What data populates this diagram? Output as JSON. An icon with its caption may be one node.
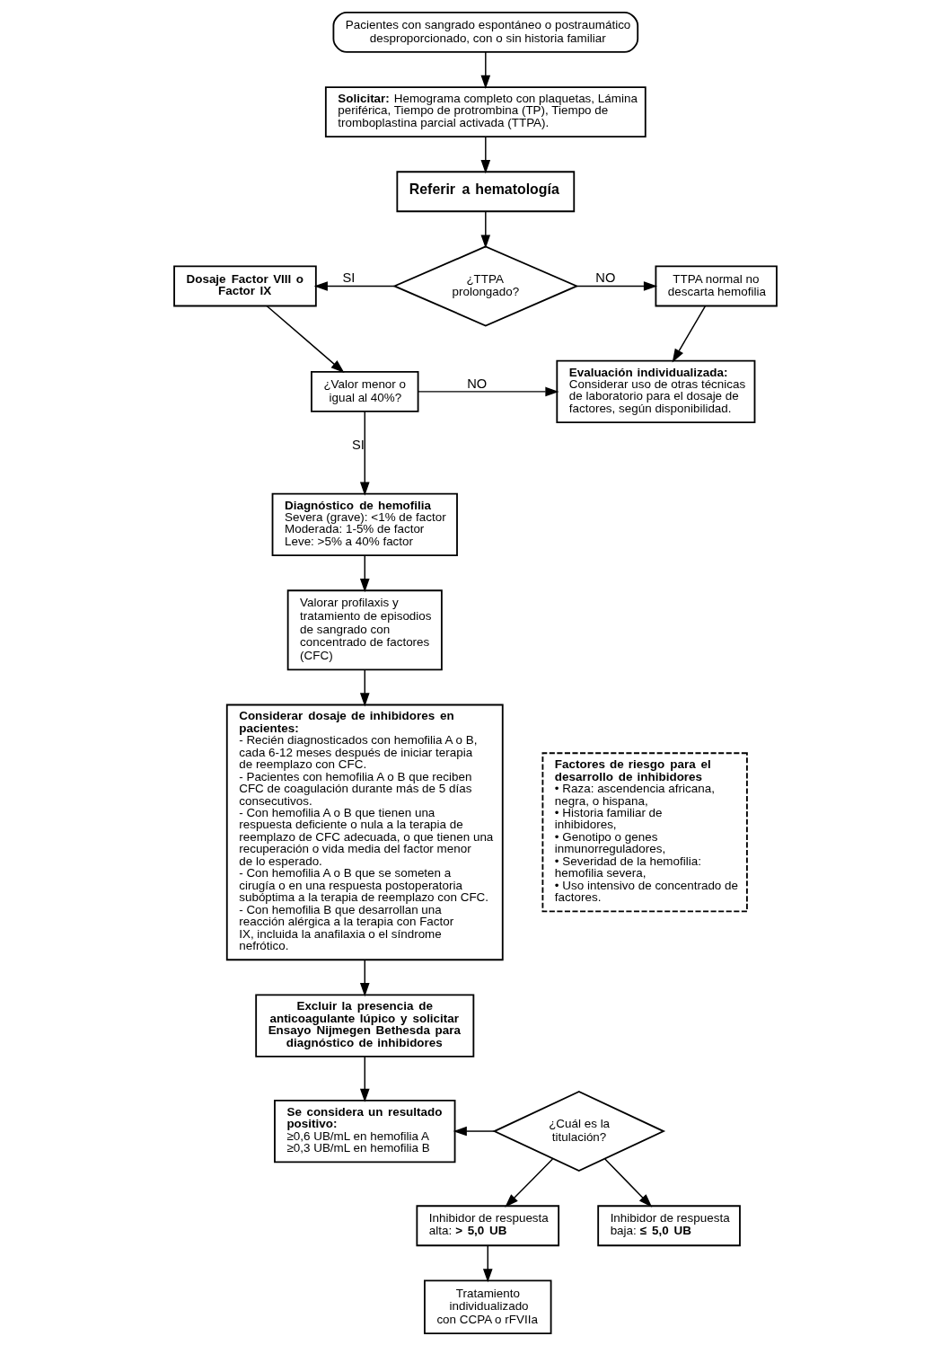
{
  "diagram": {
    "nodes": [
      {
        "text": [
          "Pacientes con sangrado espontáneo o postraumático desproporcionado, con o sin historia familiar"
        ]
      },
      {
        "text": [
          "**Solicitar:** Hemograma completo con plaquetas, Lámina periférica, Tiempo de protrombina (TP), Tiempo de tromboplastina parcial activada (TTPA)."
        ]
      },
      {
        "text": [
          "Referir a hematología"
        ]
      },
      {
        "text": [
          "¿TTPA prolongado?"
        ]
      },
      {
        "text": [
          "Dosaje Factor VIII o Factor IX"
        ]
      },
      {
        "text": [
          "TTPA normal no descarta hemofilia"
        ]
      },
      {
        "text": [
          "¿Valor menor o igual al 40%?"
        ]
      },
      {
        "text": [
          "Evaluación individualizada:",
          "Considerar uso de otras técnicas de laboratorio para el dosaje de factores, según disponibilidad."
        ]
      },
      {
        "text": [
          "Diagnóstico de hemofilia",
          "Severa (grave): <1% de factor",
          "Moderada: 1-5% de factor",
          "Leve: >5% a 40% factor"
        ]
      },
      {
        "text": [
          "Valorar profilaxis y tratamiento de episodios de sangrado con concentrado de factores (CFC)"
        ]
      },
      {
        "text": [
          "Considerar dosaje de inhibidores en pacientes:",
          "- Recién diagnosticados con hemofilia A o B, cada 6-12 meses después de iniciar terapia de reemplazo con CFC.",
          "- Pacientes con hemofilia A o B que reciben CFC de coagulación durante más de 5 días consecutivos.",
          "- Con hemofilia A o B que tienen una respuesta deficiente o nula a la terapia de reemplazo de CFC adecuada, o que tienen una recuperación o vida media del factor menor de lo esperado.",
          "- Con hemofilia A o B que se someten a cirugía o en una respuesta postoperatoria subóptima a la terapia de reemplazo con CFC.",
          "- Con hemofilia B que desarrollan una reacción alérgica a la terapia con Factor IX, incluida la anafilaxia o el síndrome nefrótico."
        ]
      },
      {
        "text": [
          "Factores de riesgo para el desarrollo de inhibidores",
          "• Raza: ascendencia africana, negra, o hispana,",
          "• Historia familiar de inhibidores,",
          "• Genotipo o genes inmunorreguladores,",
          "• Severidad de la hemofilia: hemofilia severa,",
          "• Uso intensivo de concentrado de factores."
        ]
      },
      {
        "text": [
          "Excluir la presencia de **anticoagulante lúpico y solicitar Ensayo Nijmegen Bethesda para diagnóstico de inhibidores**"
        ]
      },
      {
        "text": [
          "Se considera un resultado positivo:",
          "≥0,6 UB/mL en hemofilia A",
          "≥0,3 UB/mL en hemofilia B"
        ]
      },
      {
        "text": [
          "¿Cuál es la titulación?"
        ]
      },
      {
        "text": [
          "Inhibidor de respuesta alta: **> 5,0 UB**"
        ]
      },
      {
        "text": [
          "Tratamiento individualizado con CCPA o rFVIIa"
        ]
      },
      {
        "text": [
          "Inhibidor de respuesta baja: **≤ 5,0 UB**"
        ]
      }
    ],
    "edges": [
      {
        "from": 0,
        "to": 1,
        "arrow": "to"
      },
      {
        "from": 1,
        "to": 2,
        "arrow": "to"
      },
      {
        "from": 2,
        "to": 3,
        "arrow": "to"
      },
      {
        "from": 3,
        "to": 4,
        "arrow": "to",
        "label": "SI"
      },
      {
        "from": 3,
        "to": 5,
        "arrow": "to",
        "label": "NO"
      },
      {
        "from": 4,
        "to": 6,
        "arrow": "to"
      },
      {
        "from": 5,
        "to": 7,
        "arrow": "to"
      },
      {
        "from": 6,
        "to": 7,
        "arrow": "to",
        "label": "NO"
      },
      {
        "from": 6,
        "to": 8,
        "arrow": "to",
        "label": "SI"
      },
      {
        "from": 8,
        "to": 9,
        "arrow": "to"
      },
      {
        "from": 9,
        "to": 10,
        "arrow": "to"
      },
      {
        "from": 10,
        "to": 12,
        "arrow": "to"
      },
      {
        "from": 12,
        "to": 13,
        "arrow": "to"
      },
      {
        "from": 14,
        "to": 13,
        "arrow": "to"
      },
      {
        "from": 14,
        "to": 15,
        "arrow": "to"
      },
      {
        "from": 14,
        "to": 17,
        "arrow": "to"
      },
      {
        "from": 15,
        "to": 16,
        "arrow": "to"
      }
    ]
  }
}
